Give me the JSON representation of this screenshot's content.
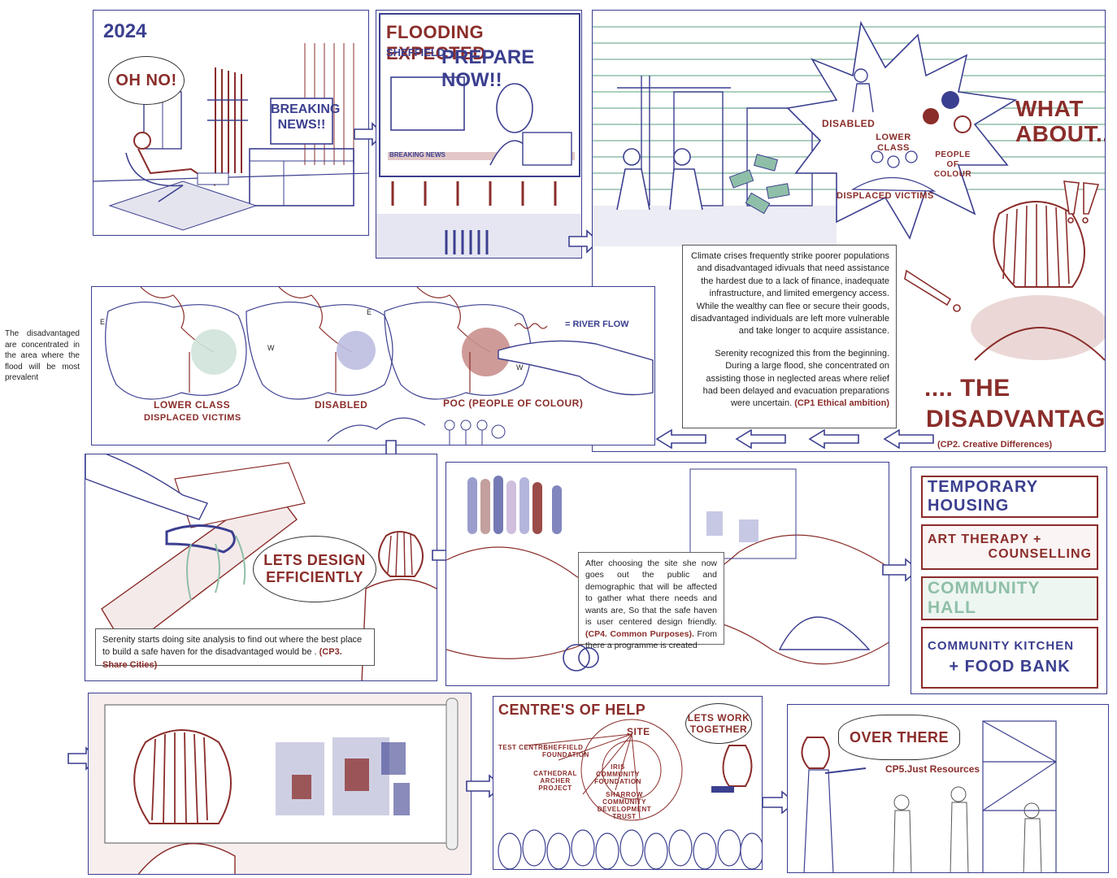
{
  "row1": {
    "year": "2024",
    "oh_no": "OH NO!",
    "tv_screen": "BREAKING NEWS!!",
    "headline_line1": "FLOODING EXPECTED",
    "headline_city": "SHEFFIELD",
    "headline_line2": "PREPARE NOW!!",
    "ticker": "BREAKING NEWS",
    "what_about": "WHAT ABOUT...",
    "groups": {
      "disabled": "DISABLED",
      "lower_class": "LOWER CLASS",
      "people_of_colour": "PEOPLE OF COLOUR",
      "displaced": "DISPLACED VICTIMS"
    },
    "climate_text": "Climate crises frequently strike poorer populations and disadvantaged idivuals that need assistance the hardest due to a lack of finance, inadequate infrastructure, and limited emergency access. While the wealthy can flee or secure their goods, disadvantaged individuals are left more vulnerable and take longer to acquire assistance.",
    "serenity_text": "Serenity recognized this from the beginning. During a large flood, she concentrated on assisting those in neglected areas where relief had been delayed and evacuation preparations were uncertain.",
    "serenity_ref": "(CP1 Ethical ambition)",
    "the": ".... THE",
    "disadvantaged": "DISADVANTAGED",
    "cp2": "(CP2. Creative Differences)"
  },
  "row2": {
    "side_note": "The disadvantaged are concentrated in the area where the flood will be most prevalent",
    "river_flow": "= RIVER FLOW",
    "map1_label1": "LOWER CLASS",
    "map1_label2": "DISPLACED VICTIMS",
    "map2_label": "DISABLED",
    "map3_label": "POC (PEOPLE OF COLOUR)",
    "compass_e": "E",
    "compass_w": "W"
  },
  "row3": {
    "lets_design_1": "LETS DESIGN",
    "lets_design_2": "EFFICIENTLY",
    "site_text": "Serenity starts doing site analysis to find out where the best place to build a safe haven for the disadvantaged would be .",
    "site_ref": "(CP3. Share Cities)",
    "public_text": "After choosing the site she now goes out the public and demographic that will be affected to gather what there needs and wants are, So that the safe haven is user centered design friendly.",
    "public_ref": "(CP4. Common Purposes).",
    "public_text2": "From there a programme is created",
    "programme": [
      {
        "line1": "TEMPORARY HOUSING",
        "line2": "",
        "color": "#3b3f8f"
      },
      {
        "line1": "ART THERAPY   +",
        "line2": "COUNSELLING",
        "color": "#8a2d2a"
      },
      {
        "line1": "COMMUNITY HALL",
        "line2": "",
        "color": "#8fbfa8"
      },
      {
        "line1": "COMMUNITY KITCHEN",
        "line2": "+   FOOD  BANK",
        "color": "#3b3f8f"
      }
    ]
  },
  "row4": {
    "centres": "CENTRE'S OF HELP",
    "site": "SITE",
    "lets_work_1": "LETS WORK",
    "lets_work_2": "TOGETHER",
    "test_centre": "TEST CENTRE",
    "node1": "SHEFFIELD FOUNDATION",
    "node2": "CATHEDRAL ARCHER PROJECT",
    "node3": "IRIS COMMUNITY FOUNDATION",
    "node4": "SHARROW COMMUNITY DEVELOPMENT TRUST",
    "over_there": "OVER THERE",
    "cp5": "CP5.Just Resources"
  }
}
